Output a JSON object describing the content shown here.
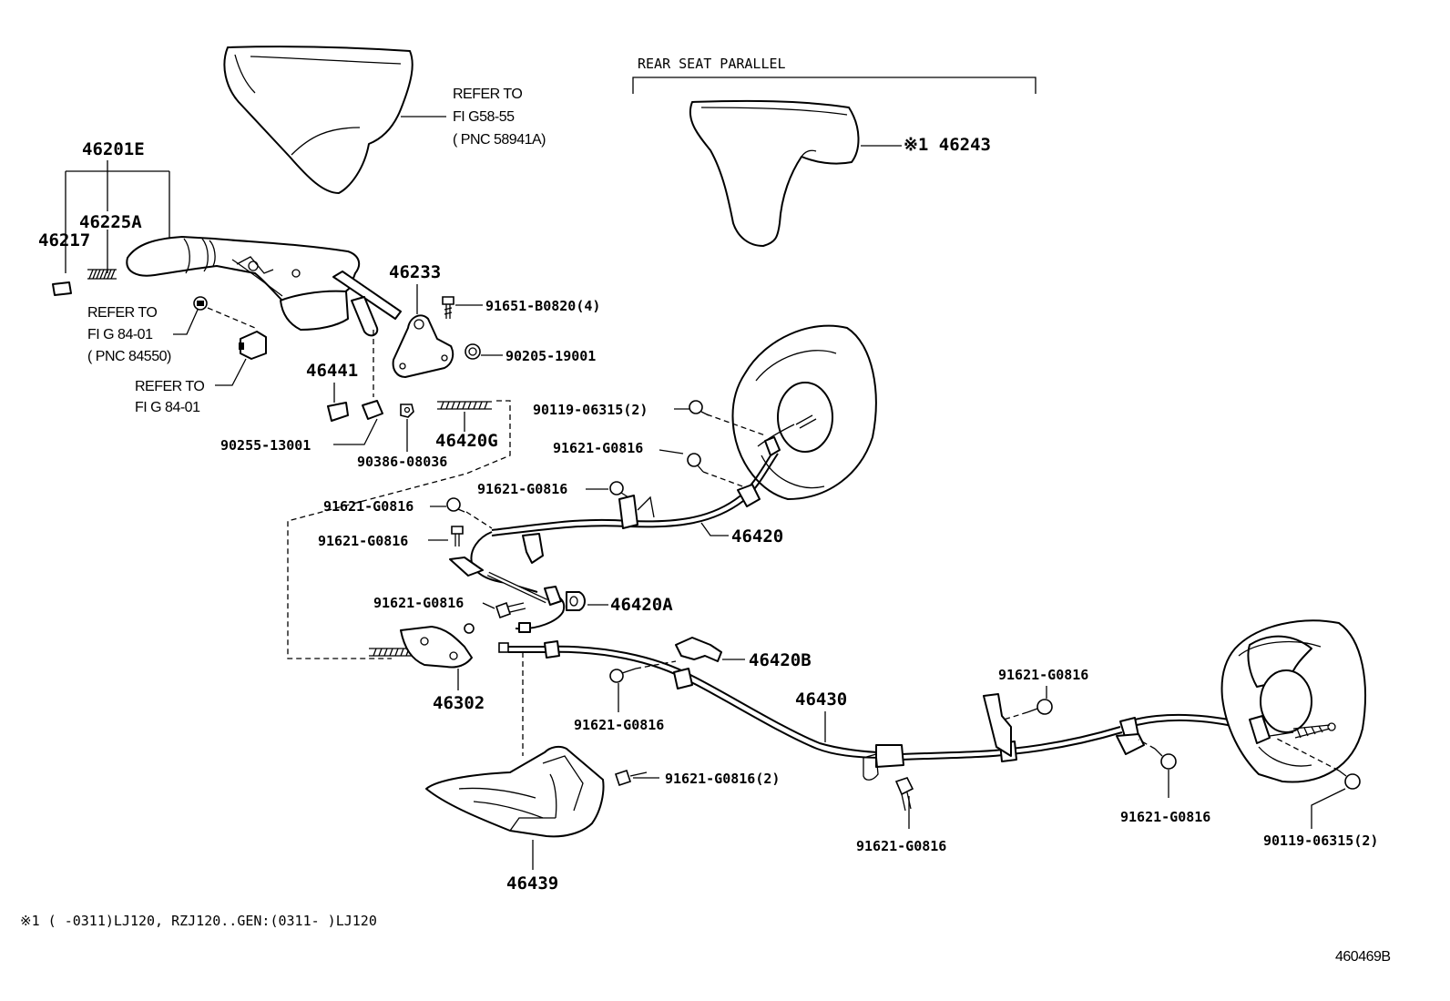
{
  "header": {
    "rear_seat": "REAR SEAT PARALLEL"
  },
  "refs": {
    "ref1": {
      "l1": "REFER TO",
      "l2": "FI G58-55",
      "l3": "( PNC 58941A)"
    },
    "ref2": {
      "l1": "REFER TO",
      "l2": "FI G 84-01",
      "l3": "( PNC 84550)"
    },
    "ref3": {
      "l1": "REFER TO",
      "l2": "FI G 84-01"
    }
  },
  "parts": {
    "p46201E": "46201E",
    "p46225A": "46225A",
    "p46217": "46217",
    "p46233": "46233",
    "p46243": "※1 46243",
    "p91651": "91651-B0820(4)",
    "p90205": "90205-19001",
    "p46441": "46441",
    "p90255": "90255-13001",
    "p90386": "90386-08036",
    "p46420G": "46420G",
    "p90119a": "90119-06315(2)",
    "p91621a": "91621-G0816",
    "p91621b": "91621-G0816",
    "p91621c": "91621-G0816",
    "p91621d": "91621-G0816",
    "p46420": "46420",
    "p91621e": "91621-G0816",
    "p46420A": "46420A",
    "p46420B": "46420B",
    "p46302": "46302",
    "p91621f": "91621-G0816",
    "p46430": "46430",
    "p91621g": "91621-G0816(2)",
    "p91621h": "91621-G0816",
    "p91621i": "91621-G0816",
    "p91621j": "91621-G0816",
    "p90119b": "90119-06315(2)",
    "p46439": "46439"
  },
  "footnote": "※1 (    -0311)LJ120, RZJ120..GEN:(0311-     )LJ120",
  "figure_id": "460469B"
}
